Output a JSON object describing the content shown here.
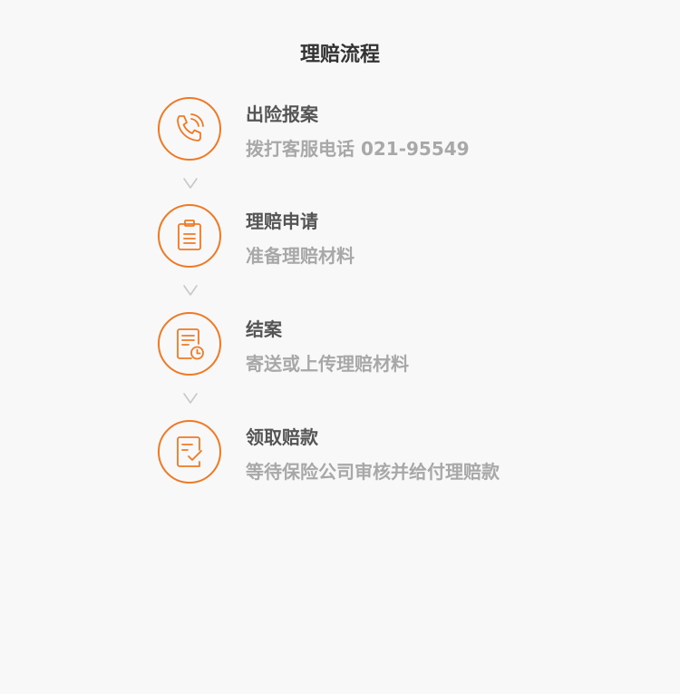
{
  "page": {
    "title": "理赔流程"
  },
  "steps": [
    {
      "title": "出险报案",
      "desc": "拨打客服电话 021-95549",
      "icon": "phone-icon"
    },
    {
      "title": "理赔申请",
      "desc": "准备理赔材料",
      "icon": "clipboard-icon"
    },
    {
      "title": "结案",
      "desc": "寄送或上传理赔材料",
      "icon": "document-clock-icon"
    },
    {
      "title": "领取赔款",
      "desc": "等待保险公司审核并给付理赔款",
      "icon": "document-check-icon"
    }
  ],
  "colors": {
    "accent": "#ee7a26",
    "title": "#333333",
    "step_title": "#555555",
    "step_desc": "#a8a8a8",
    "arrow": "#c8c8c8",
    "background": "#f8f8f8"
  }
}
